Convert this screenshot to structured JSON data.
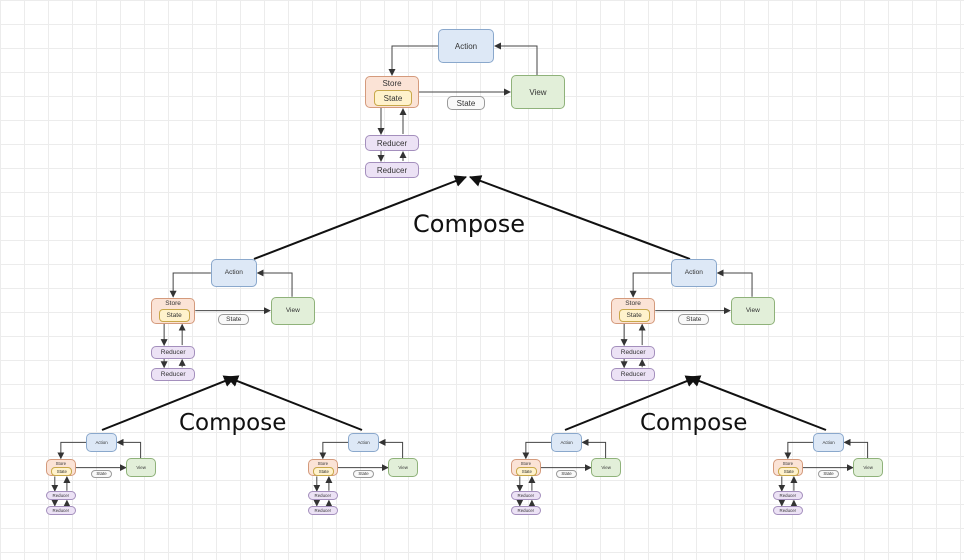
{
  "labels": {
    "action": "Action",
    "store": "Store",
    "state": "State",
    "view": "View",
    "reducer": "Reducer",
    "compose": "Compose"
  },
  "colors": {
    "action": "#dde8f6",
    "view": "#e2efd9",
    "reducer": "#ece2f5",
    "store": "#fbe3d6",
    "state_inner": "#fff2cc",
    "state_chip": "#f9f9f9",
    "arrow": "#111111"
  },
  "diagram": {
    "modules": [
      "top",
      "middle-left",
      "middle-right",
      "bottom-1",
      "bottom-2",
      "bottom-3",
      "bottom-4"
    ],
    "compose_steps": [
      "top <- middle-left + middle-right",
      "middle-left <- bottom-1 + bottom-2",
      "middle-right <- bottom-3 + bottom-4"
    ]
  }
}
